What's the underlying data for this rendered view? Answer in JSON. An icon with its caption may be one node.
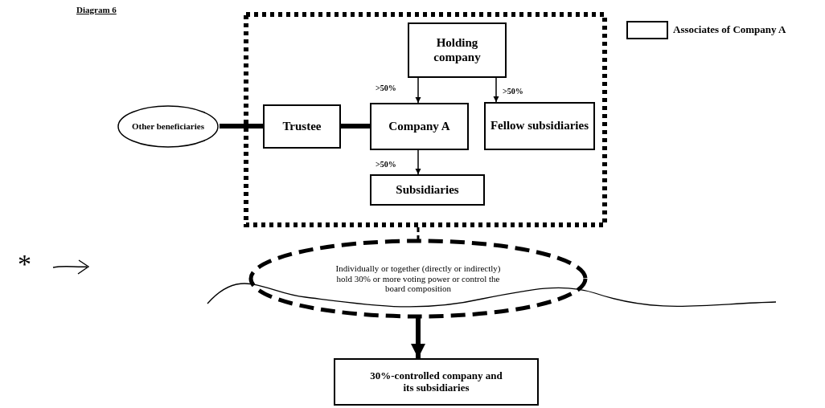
{
  "diagram": {
    "title": "Diagram 6",
    "nodes": [
      {
        "text": [],
        "shape": "box"
      },
      {
        "text": [
          "Holding company"
        ],
        "in": 0
      },
      {
        "text": [
          "Trustee"
        ],
        "in": 0
      },
      {
        "text": [
          "Company A"
        ],
        "in": 0
      },
      {
        "text": [
          "Fellow subsidiaries"
        ],
        "in": 0
      },
      {
        "text": [
          "Subsidiaries"
        ],
        "in": 0
      },
      {
        "text": [
          "Other beneficiaries"
        ]
      },
      {
        "text": [
          "Individually or together (directly or indirectly) hold 30% or more voting power or control the board composition"
        ]
      },
      {
        "text": [
          "30%-controlled company and its subsidiaries"
        ]
      }
    ],
    "edges": [
      {
        "from": 1,
        "to": 3,
        "arrow": "to",
        "label": ">50%"
      },
      {
        "from": 1,
        "to": 4,
        "arrow": "to",
        "label": ">50%"
      },
      {
        "from": 3,
        "to": 5,
        "arrow": "to",
        "label": ">50%"
      },
      {
        "from": 6,
        "to": 2,
        "arrow": "none",
        "style": "thick"
      },
      {
        "from": 2,
        "to": 3,
        "arrow": "none",
        "style": "thick"
      },
      {
        "from": 0,
        "to": 7,
        "arrow": "none",
        "style": "dashed"
      },
      {
        "from": 7,
        "to": 8,
        "arrow": "to",
        "style": "thick"
      }
    ],
    "labels": [
      "*"
    ],
    "legend": [
      {
        "text": "Associates of Company A"
      }
    ]
  }
}
